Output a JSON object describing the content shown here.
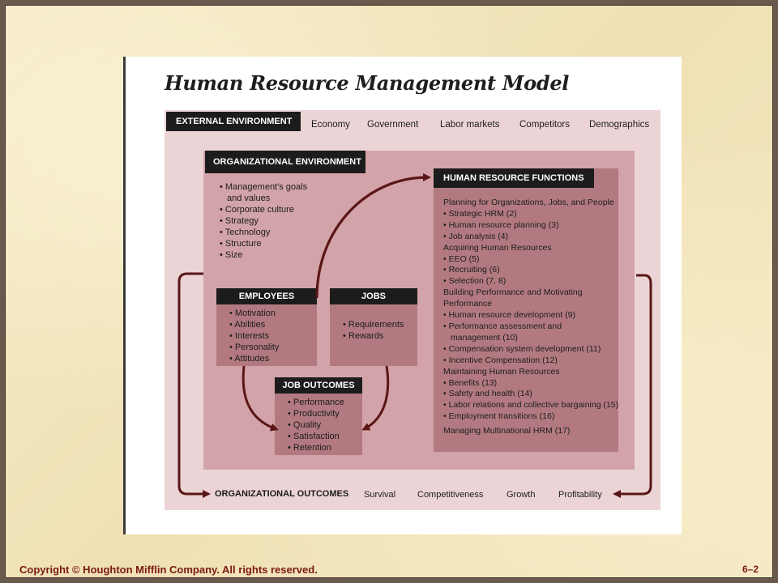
{
  "title": "Human Resource Management Model",
  "external": {
    "label": "EXTERNAL ENVIRONMENT",
    "items": [
      "Economy",
      "Government",
      "Labor markets",
      "Competitors",
      "Demographics"
    ]
  },
  "organizational": {
    "label": "ORGANIZATIONAL ENVIRONMENT",
    "items": [
      "• Management's goals",
      "and values",
      "• Corporate culture",
      "• Strategy",
      "• Technology",
      "• Structure",
      "• Size"
    ]
  },
  "hr_functions": {
    "label": "HUMAN RESOURCE FUNCTIONS",
    "lines": [
      "Planning for Organizations, Jobs, and People",
      "• Strategic HRM  (2)",
      "• Human resource planning  (3)",
      "• Job analysis  (4)",
      "Acquiring Human Resources",
      "• EEO (5)",
      "• Recruiting  (6)",
      "• Selection  (7, 8)",
      "Building Performance and Motivating",
      "Performance",
      "• Human resource development (9)",
      "• Performance assessment and",
      "management (10)",
      "• Compensation system development (11)",
      "• Incentive Compensation (12)",
      "Maintaining Human Resources",
      "• Benefits (13)",
      "• Safety and health (14)",
      "• Labor relations and collective bargaining (15)",
      "• Employment transitions (16)",
      "Managing Multinational HRM  (17)"
    ]
  },
  "employees": {
    "label": "EMPLOYEES",
    "items": [
      "• Motivation",
      "• Abilities",
      "• Interests",
      "• Personality",
      "• Attitudes"
    ]
  },
  "jobs": {
    "label": "JOBS",
    "items": [
      "• Requirements",
      "• Rewards"
    ]
  },
  "job_outcomes": {
    "label": "JOB OUTCOMES",
    "items": [
      "• Performance",
      "• Productivity",
      "• Quality",
      "• Satisfaction",
      "• Retention"
    ]
  },
  "org_outcomes": {
    "label": "ORGANIZATIONAL OUTCOMES",
    "items": [
      "Survival",
      "Competitiveness",
      "Growth",
      "Profitability"
    ]
  },
  "footer": {
    "copyright": "Copyright © Houghton Mifflin Company. All rights reserved.",
    "page": "6–2"
  },
  "colors": {
    "arrow": "#5a1616",
    "box_dark": "#b27a80",
    "box_mid": "#d2a3a8",
    "box_light": "#ecd4d6",
    "footer_text": "#7a1a12"
  }
}
